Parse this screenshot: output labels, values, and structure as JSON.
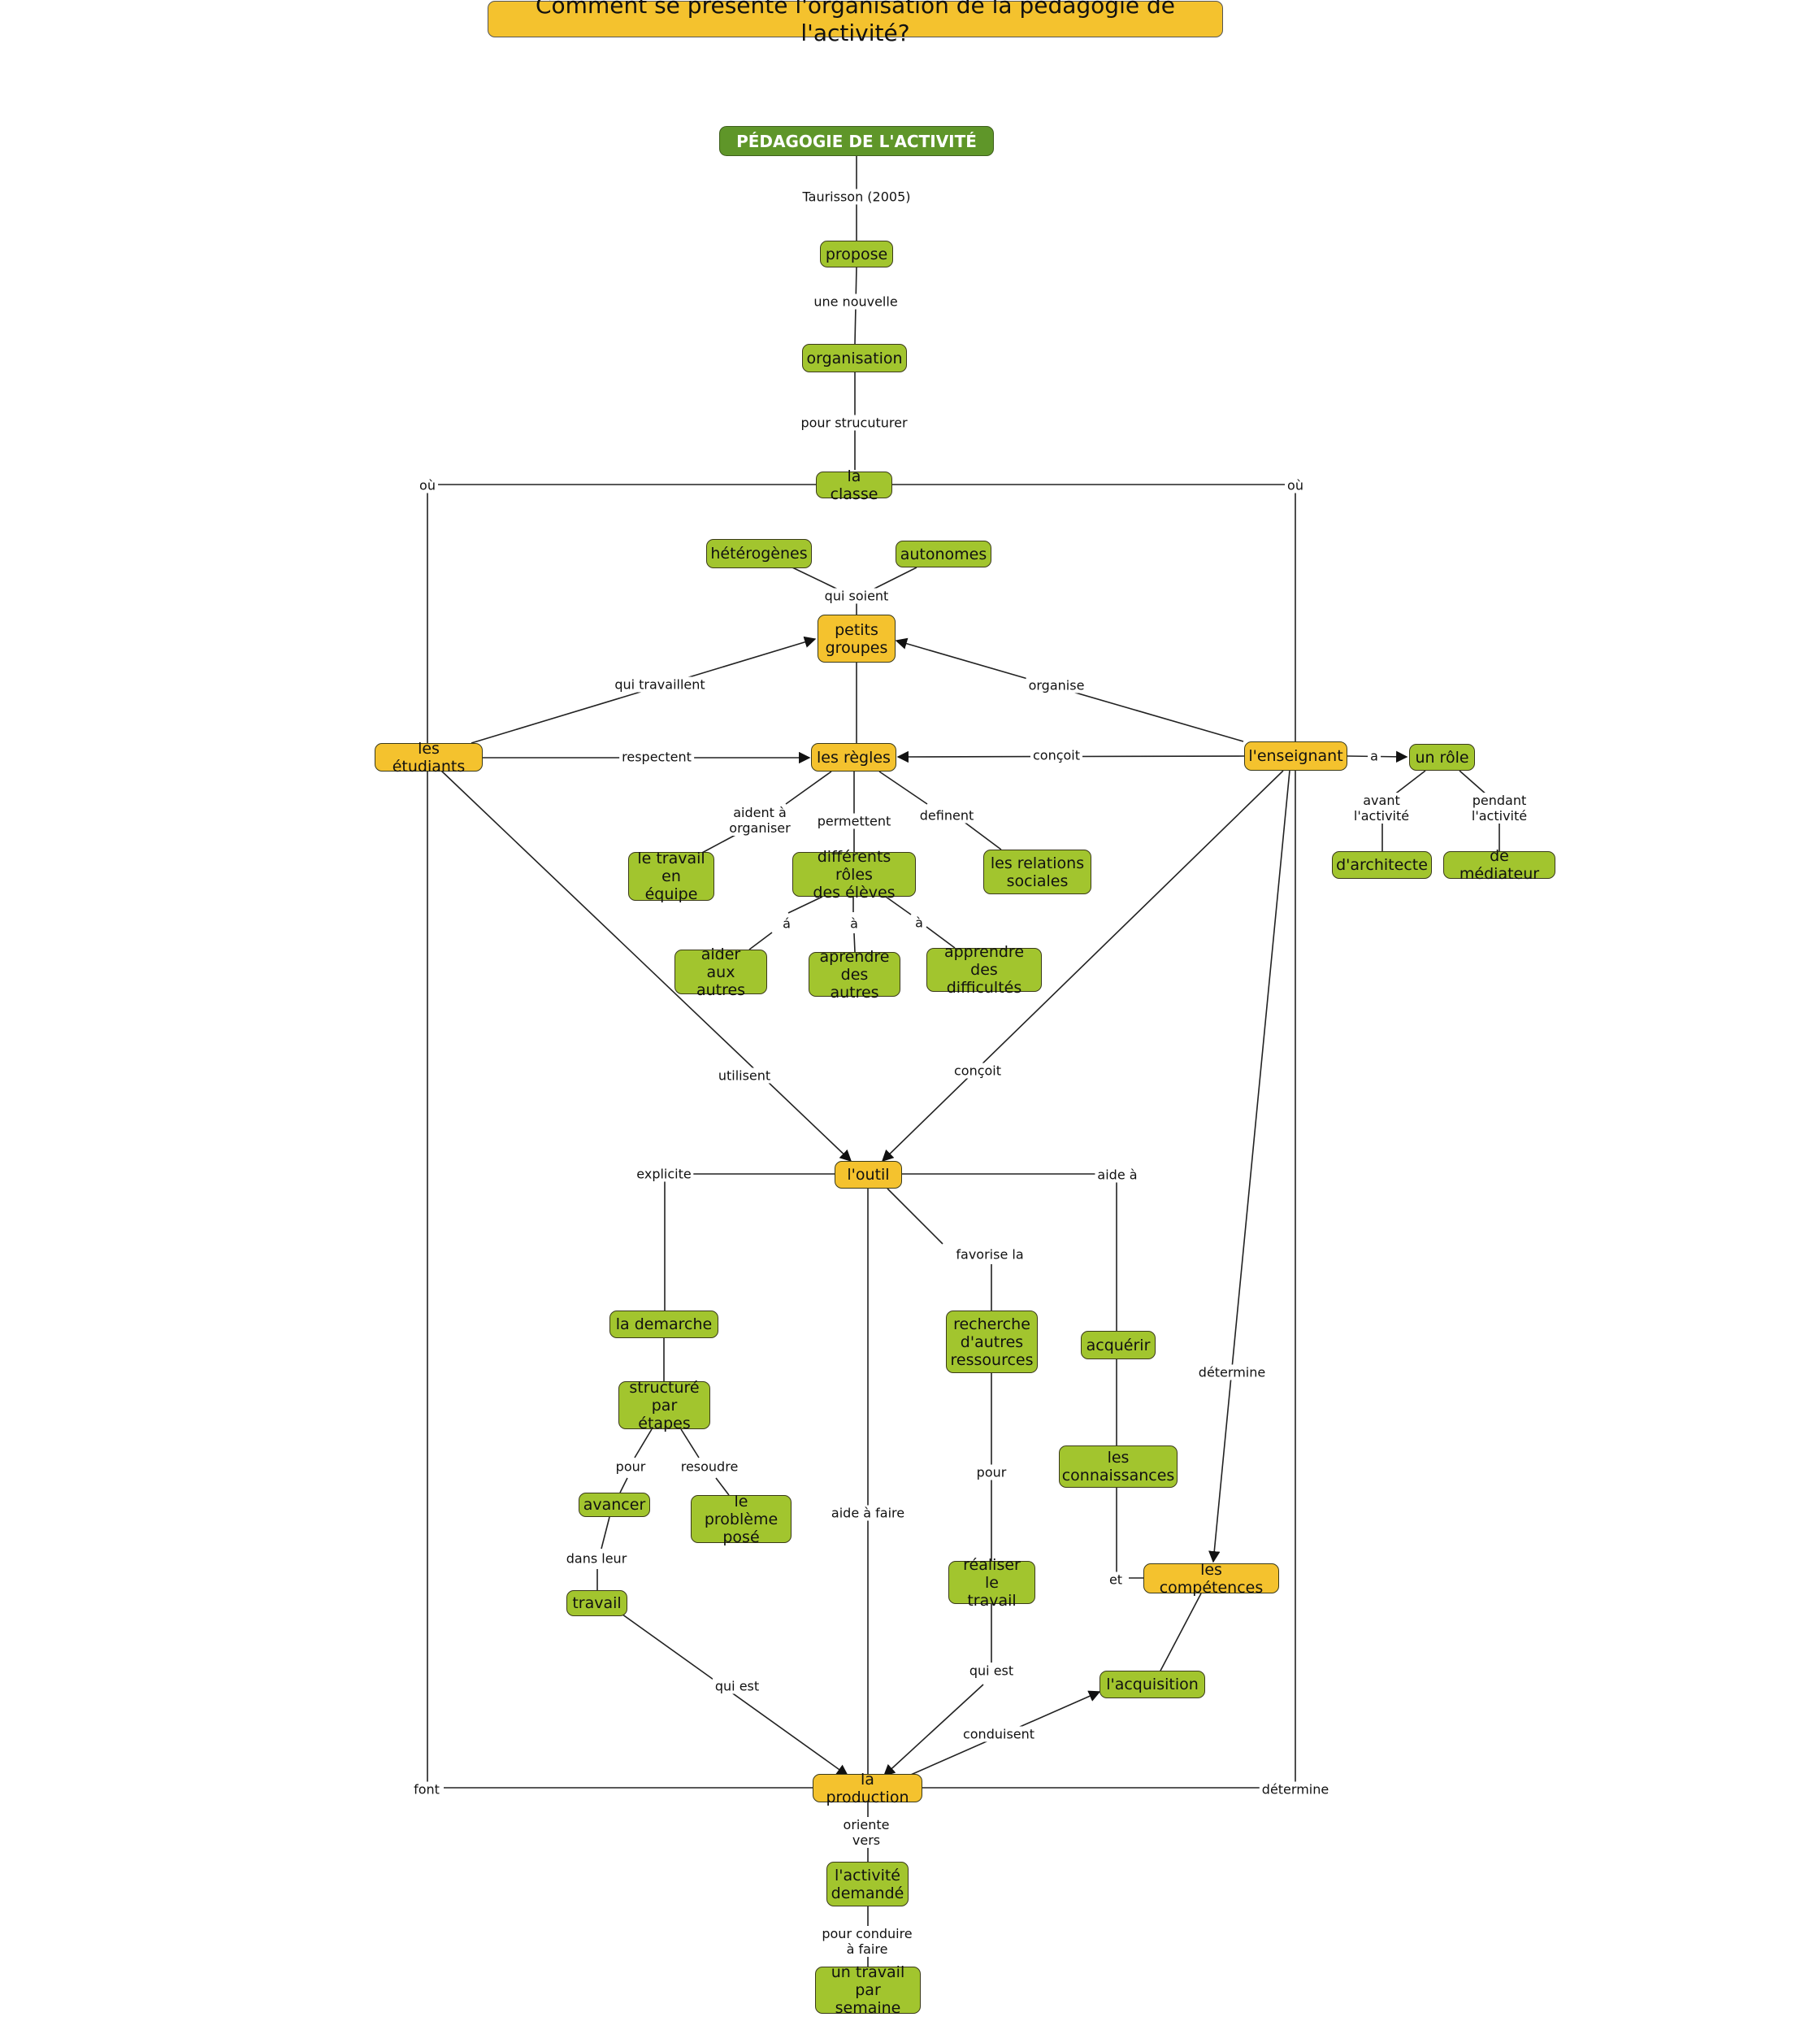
{
  "title": "Comment se présente l'organisation de la pédagogie de l'activité?",
  "nodes": {
    "pedagogie": "PÉDAGOGIE DE L'ACTIVITÉ",
    "propose": "propose",
    "organisation": "organisation",
    "la_classe": "la classe",
    "heterogenes": "hétérogènes",
    "autonomes": "autonomes",
    "petits_groupes": "petits\ngroupes",
    "les_etudiants": "les étudiants",
    "les_regles": "les règles",
    "l_enseignant": "l'enseignant",
    "un_role": "un rôle",
    "d_architecte": "d'architecte",
    "de_mediateur": "de médiateur",
    "le_travail_en_equipe": "le travail\nen équipe",
    "differents_roles": "différents rôles\ndes élèves",
    "les_relations_sociales": "les relations\nsociales",
    "aider_aux_autres": "aider\naux autres",
    "aprendre_des_autres": "aprendre\ndes autres",
    "apprendre_des_difficultes": "apprendre\ndes difficultés",
    "l_outil": "l'outil",
    "la_demarche": "la demarche",
    "structure_par_etapes": "structuré\npar étapes",
    "avancer": "avancer",
    "le_probleme_pose": "le problème\nposé",
    "travail": "travail",
    "recherche_ressources": "recherche\nd'autres\nressources",
    "realiser_le_travail": "réaliser le\ntravail",
    "acquerir": "acquérir",
    "les_connaissances": "les\nconnaissances",
    "les_competences": "les compétences",
    "l_acquisition": "l'acquisition",
    "la_production": "la production",
    "l_activite_demande": "l'activité\ndemandé",
    "un_travail_par_semaine": "un travail\npar semaine"
  },
  "links": {
    "taurisson": "Taurisson (2005)",
    "une_nouvelle": "une nouvelle",
    "pour_strucuturer": "pour strucuturer",
    "ou_left": "où",
    "ou_right": "où",
    "qui_soient": "qui soient",
    "qui_travaillent": "qui travaillent",
    "organise": "organise",
    "respectent": "respectent",
    "concoit_regles": "conçoit",
    "a": "a",
    "avant_l_activite": "avant\nl'activité",
    "pendant_l_activite": "pendant\nl'activité",
    "aident_a_organiser": "aident à\norganiser",
    "permettent": "permettent",
    "definent": "definent",
    "a_left": "á",
    "a_mid": "à",
    "a_right": "à",
    "utilisent": "utilisent",
    "concoit_outil": "conçoit",
    "explicite": "explicite",
    "aide_a": "aide à",
    "favorise_la": "favorise la",
    "determine_mid": "détermine",
    "pour_avancer": "pour",
    "resoudre": "resoudre",
    "dans_leur": "dans leur",
    "aide_a_faire": "aide  à faire",
    "pour_realiser": "pour",
    "et": "et",
    "qui_est_left": "qui est",
    "qui_est_right": "qui est",
    "conduisent": "conduisent",
    "font": "font",
    "determine_bottom": "détermine",
    "oriente_vers": "oriente\nvers",
    "pour_conduire_a_faire": "pour conduire\nà faire"
  },
  "colors": {
    "concept_green": "#a2c52e",
    "concept_yellow": "#f4c22e",
    "root_green": "#5f9629",
    "line": "#222222"
  }
}
